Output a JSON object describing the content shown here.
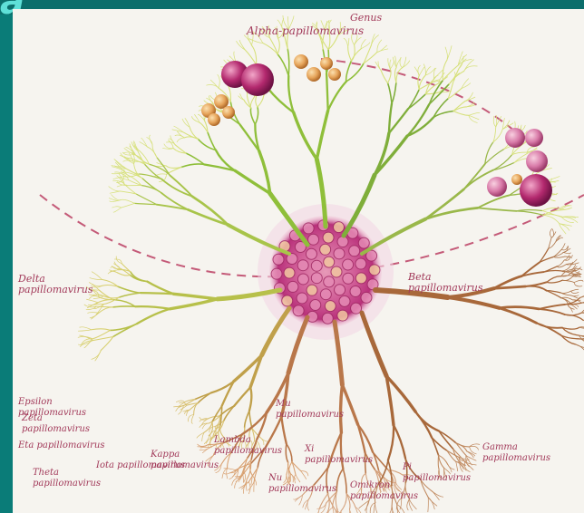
{
  "slide": {
    "corner_letter": "a",
    "frame_bg": "#f6f4ef",
    "slide_bg": "#0a7c78"
  },
  "labels": {
    "genus_top": "Genus",
    "alpha": "Alpha-papillomavirus",
    "delta": "Delta\npapillomavirus",
    "beta": "Beta\npapillomavirus",
    "epsilon": "Epsilon\npapillomavirus",
    "zeta": "Zeta\npapillomavirus",
    "eta": "Eta papillomavirus",
    "theta": "Theta\npapillomavirus",
    "iota": "Iota papillomavirus",
    "kappa": "Kappa\npapillomavirus",
    "lambda": "Lambda\npapillomavirus",
    "mu": "Mu\npapillomavirus",
    "nu": "Nu\npapillomavirus",
    "xi": "Xi\npapillomavirus",
    "omikron": "Omikron\npapillomavirus",
    "pi": "Pi\npapillomavirus",
    "gamma": "Gamma\npapillomavirus"
  },
  "colors": {
    "ink": "#a23a5a",
    "alpha_branch": "#8fbf3a",
    "alpha_tip": "#d6e07a",
    "delta_branch": "#b7c04a",
    "beta_branch": "#a8683a",
    "lower_branch": "#b9774a",
    "capsid": "#c8448a",
    "dash": "#c45a78",
    "sphere_large": "#b3296e",
    "sphere_small": "#e6a45a"
  },
  "icons": {
    "capsid": "virus-capsid-icon",
    "spheres": "virion-sphere-icon"
  }
}
